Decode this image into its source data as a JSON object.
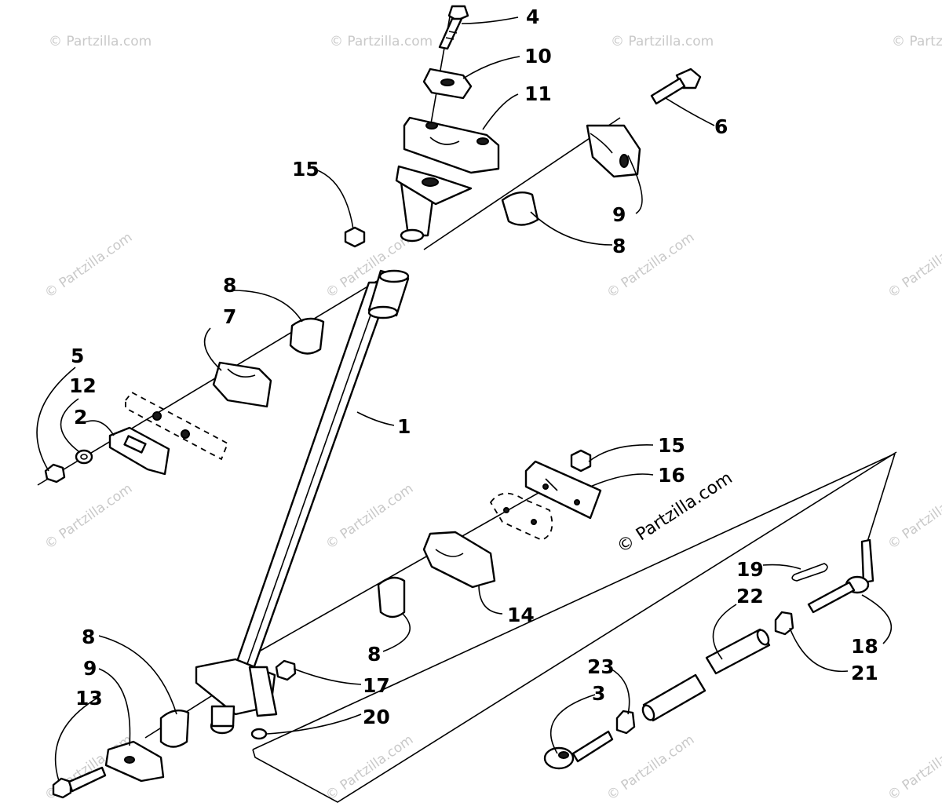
{
  "diagram": {
    "watermark": "© Partzilla.com",
    "copyright": "© Partzilla.com",
    "callouts": [
      {
        "id": "c4a",
        "label": "4"
      },
      {
        "id": "c10",
        "label": "10"
      },
      {
        "id": "c11",
        "label": "11"
      },
      {
        "id": "c6",
        "label": "6"
      },
      {
        "id": "c15a",
        "label": "15"
      },
      {
        "id": "c9a",
        "label": "9"
      },
      {
        "id": "c8a",
        "label": "8"
      },
      {
        "id": "c8b",
        "label": "8"
      },
      {
        "id": "c7",
        "label": "7"
      },
      {
        "id": "c5",
        "label": "5"
      },
      {
        "id": "c12",
        "label": "12"
      },
      {
        "id": "c2",
        "label": "2"
      },
      {
        "id": "c1",
        "label": "1"
      },
      {
        "id": "c15b",
        "label": "15"
      },
      {
        "id": "c16",
        "label": "16"
      },
      {
        "id": "c14",
        "label": "14"
      },
      {
        "id": "c8c",
        "label": "8"
      },
      {
        "id": "c19",
        "label": "19"
      },
      {
        "id": "c22",
        "label": "22"
      },
      {
        "id": "c18",
        "label": "18"
      },
      {
        "id": "c21",
        "label": "21"
      },
      {
        "id": "c23",
        "label": "23"
      },
      {
        "id": "c3",
        "label": "3"
      },
      {
        "id": "c8d",
        "label": "8"
      },
      {
        "id": "c9b",
        "label": "9"
      },
      {
        "id": "c13",
        "label": "13"
      },
      {
        "id": "c17",
        "label": "17"
      },
      {
        "id": "c20",
        "label": "20"
      }
    ]
  }
}
